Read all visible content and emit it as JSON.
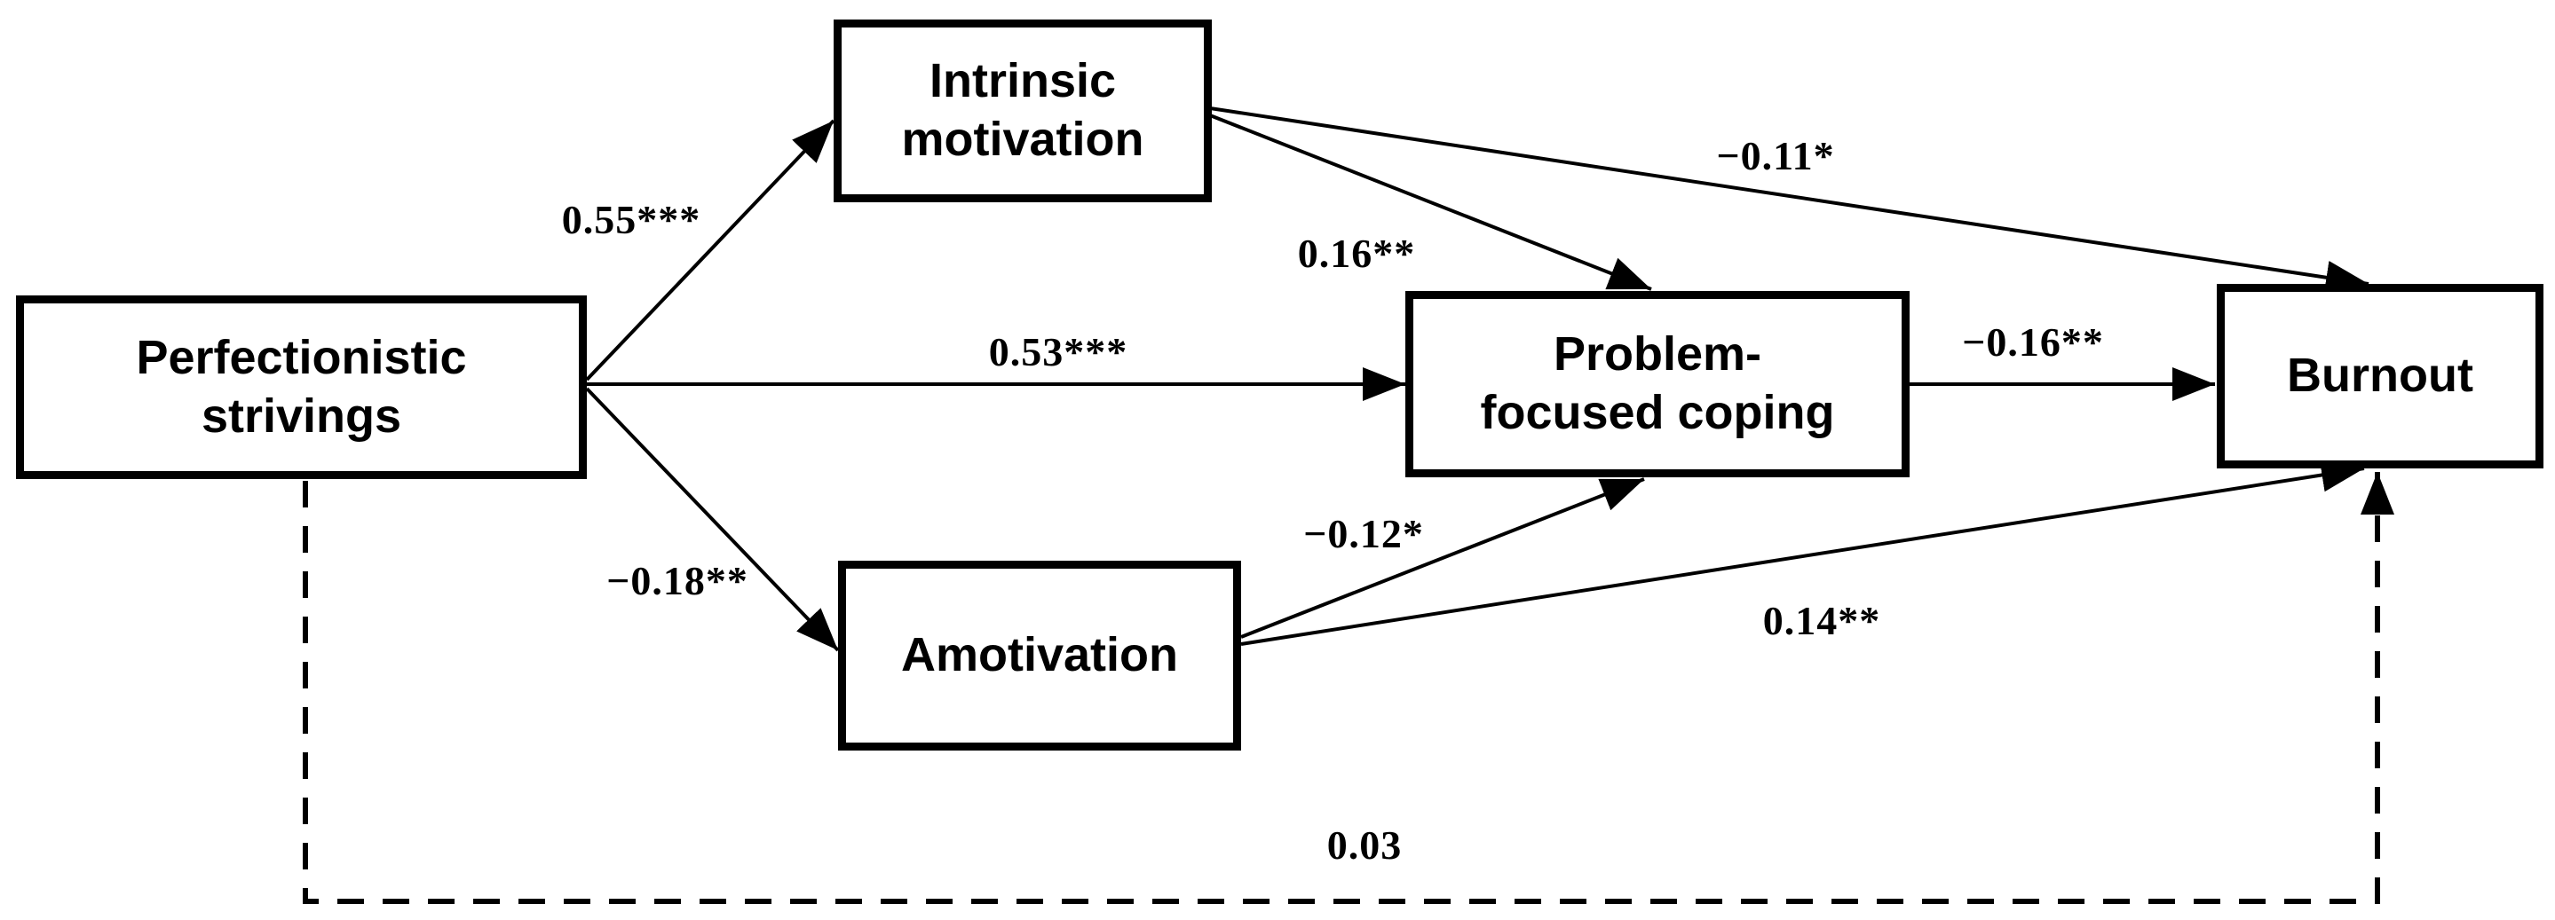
{
  "diagram": {
    "type": "structural-equation-path-model",
    "colors": {
      "background": "#ffffff",
      "line": "#000000",
      "text": "#000000",
      "node_fill": "#ffffff",
      "node_border": "#000000"
    },
    "nodes": {
      "perfectionistic_strivings": {
        "label": "Perfectionistic\nstrivings"
      },
      "intrinsic_motivation": {
        "label": "Intrinsic\nmotivation"
      },
      "problem_focused_coping": {
        "label": "Problem-\nfocused coping"
      },
      "amotivation": {
        "label": "Amotivation"
      },
      "burnout": {
        "label": "Burnout"
      }
    },
    "edges": {
      "ps_im": {
        "from": "Perfectionistic strivings",
        "to": "Intrinsic motivation",
        "coefficient": "0.55***",
        "style": "solid"
      },
      "ps_pfc": {
        "from": "Perfectionistic strivings",
        "to": "Problem-focused coping",
        "coefficient": "0.53***",
        "style": "solid"
      },
      "ps_amo": {
        "from": "Perfectionistic strivings",
        "to": "Amotivation",
        "coefficient": "−0.18**",
        "style": "solid"
      },
      "im_pfc": {
        "from": "Intrinsic motivation",
        "to": "Problem-focused coping",
        "coefficient": "0.16**",
        "style": "solid"
      },
      "im_burnout": {
        "from": "Intrinsic motivation",
        "to": "Burnout",
        "coefficient": "−0.11*",
        "style": "solid"
      },
      "amo_pfc": {
        "from": "Amotivation",
        "to": "Problem-focused coping",
        "coefficient": "−0.12*",
        "style": "solid"
      },
      "amo_burnout": {
        "from": "Amotivation",
        "to": "Burnout",
        "coefficient": "0.14**",
        "style": "solid"
      },
      "pfc_burnout": {
        "from": "Problem-focused coping",
        "to": "Burnout",
        "coefficient": "−0.16**",
        "style": "solid"
      },
      "ps_burnout": {
        "from": "Perfectionistic strivings",
        "to": "Burnout",
        "coefficient": "0.03",
        "style": "dashed"
      }
    }
  }
}
